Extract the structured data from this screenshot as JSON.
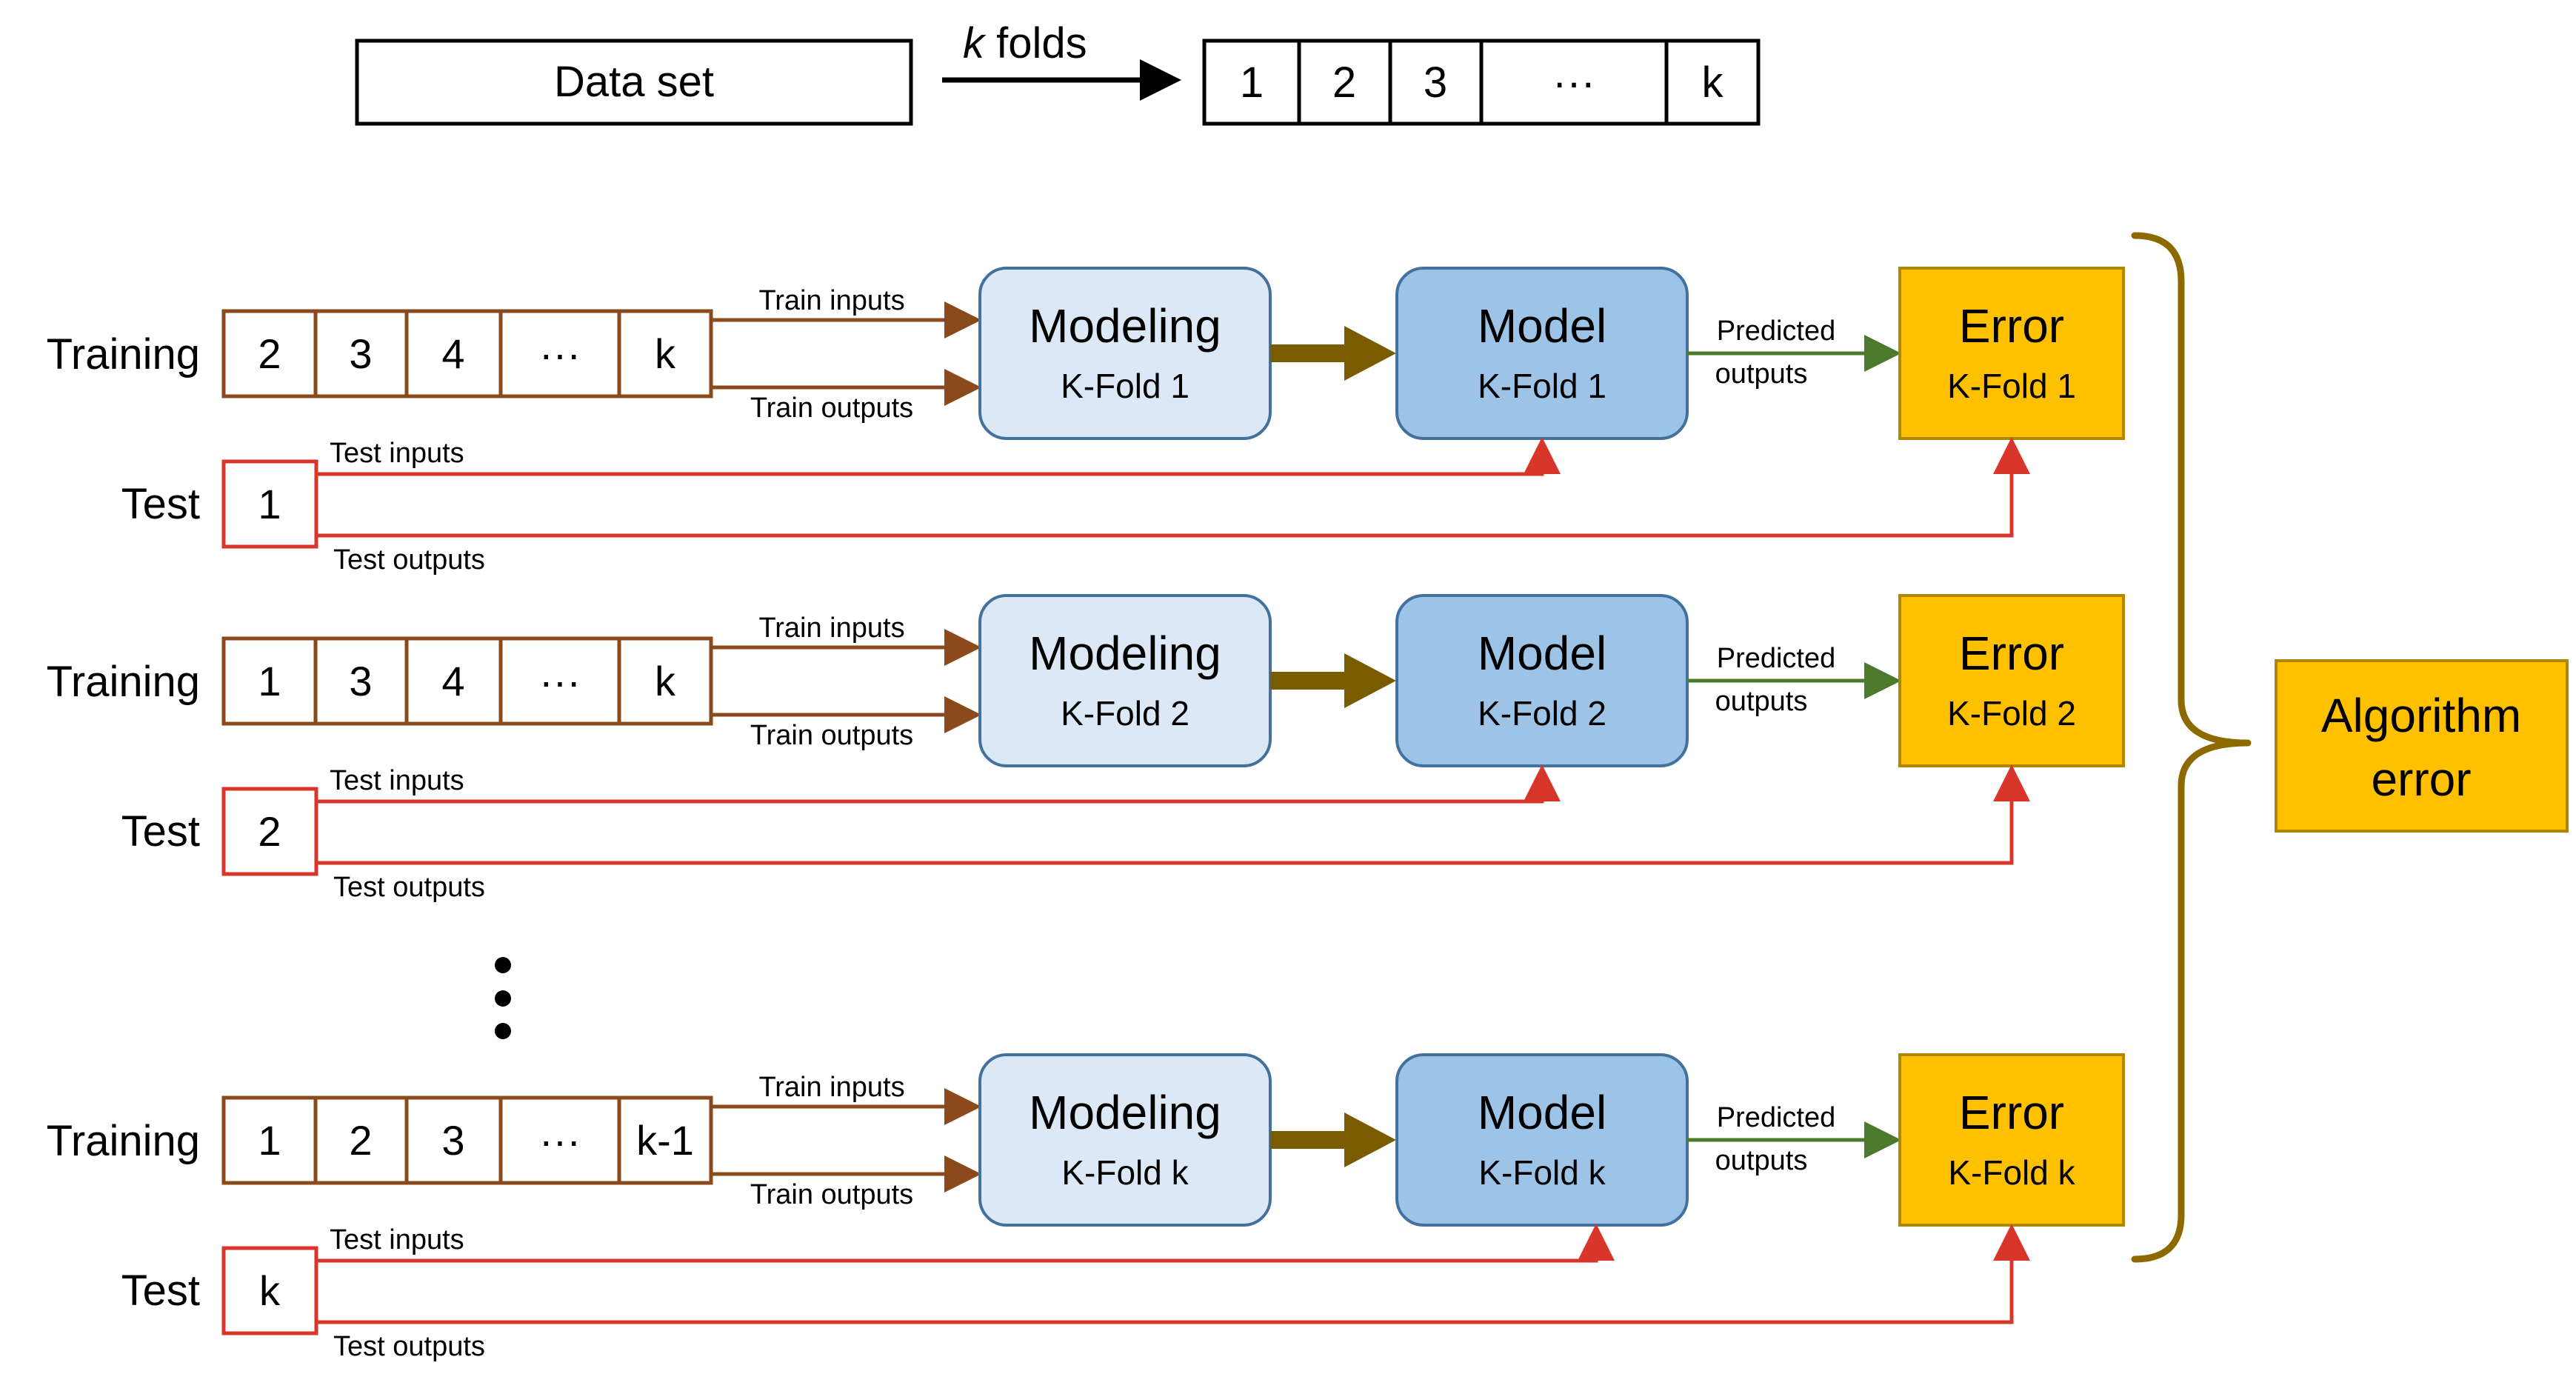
{
  "header": {
    "dataset_label": "Data set",
    "folds_k": "k",
    "folds_word": " folds",
    "fold_cells": [
      "1",
      "2",
      "3",
      "···",
      "k"
    ]
  },
  "folds": [
    {
      "training_label": "Training",
      "training_cells": [
        "2",
        "3",
        "4",
        "···",
        "k"
      ],
      "test_label": "Test",
      "test_cell": "1",
      "train_inputs": "Train inputs",
      "train_outputs": "Train outputs",
      "test_inputs": "Test inputs",
      "test_outputs": "Test outputs",
      "modeling_title": "Modeling",
      "modeling_sub": "K-Fold 1",
      "model_title": "Model",
      "model_sub": "K-Fold 1",
      "predicted_1": "Predicted",
      "predicted_2": "outputs",
      "error_title": "Error",
      "error_sub": "K-Fold 1"
    },
    {
      "training_label": "Training",
      "training_cells": [
        "1",
        "3",
        "4",
        "···",
        "k"
      ],
      "test_label": "Test",
      "test_cell": "2",
      "train_inputs": "Train inputs",
      "train_outputs": "Train outputs",
      "test_inputs": "Test inputs",
      "test_outputs": "Test outputs",
      "modeling_title": "Modeling",
      "modeling_sub": "K-Fold 2",
      "model_title": "Model",
      "model_sub": "K-Fold 2",
      "predicted_1": "Predicted",
      "predicted_2": "outputs",
      "error_title": "Error",
      "error_sub": "K-Fold 2"
    },
    {
      "training_label": "Training",
      "training_cells": [
        "1",
        "2",
        "3",
        "···",
        "k-1"
      ],
      "test_label": "Test",
      "test_cell": "k",
      "train_inputs": "Train inputs",
      "train_outputs": "Train outputs",
      "test_inputs": "Test inputs",
      "test_outputs": "Test outputs",
      "modeling_title": "Modeling",
      "modeling_sub": "K-Fold k",
      "model_title": "Model",
      "model_sub": "K-Fold k",
      "predicted_1": "Predicted",
      "predicted_2": "outputs",
      "error_title": "Error",
      "error_sub": "K-Fold k"
    }
  ],
  "algorithm_error": [
    "Algorithm",
    "error"
  ],
  "colors": {
    "training_border": "#8B4A1C",
    "test_border": "#D9362B",
    "train_arrow": "#8B4A1C",
    "test_arrow": "#D9362B",
    "predicted_arrow": "#4E7A2E",
    "bold_arrow": "#7A5C00",
    "brace": "#8C6A00",
    "modeling_fill": "#DCE8F5",
    "model_fill": "#9DC3E6",
    "box_border": "#41719C",
    "error_fill": "#FFC000",
    "error_border": "#B08800"
  }
}
